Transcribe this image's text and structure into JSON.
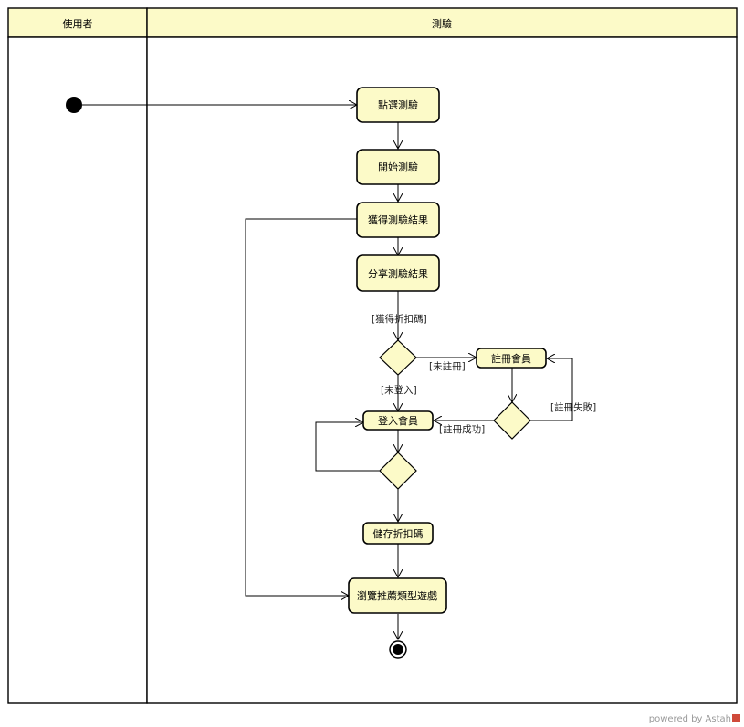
{
  "swimlanes": {
    "user": "使用者",
    "test": "測驗"
  },
  "actions": {
    "click_test": "點選測驗",
    "start_test": "開始測驗",
    "get_result": "獲得測驗結果",
    "share_result": "分享測驗結果",
    "register": "註冊會員",
    "login": "登入會員",
    "save_coupon": "儲存折扣碼",
    "browse_games": "瀏覽推薦類型遊戲"
  },
  "guards": {
    "get_coupon": "[獲得折扣碼]",
    "not_registered": "[未註冊]",
    "not_logged_in": "[未登入]",
    "register_success": "[註冊成功]",
    "register_fail": "[註冊失敗]"
  },
  "footer": {
    "powered_by": "powered by Astah"
  }
}
